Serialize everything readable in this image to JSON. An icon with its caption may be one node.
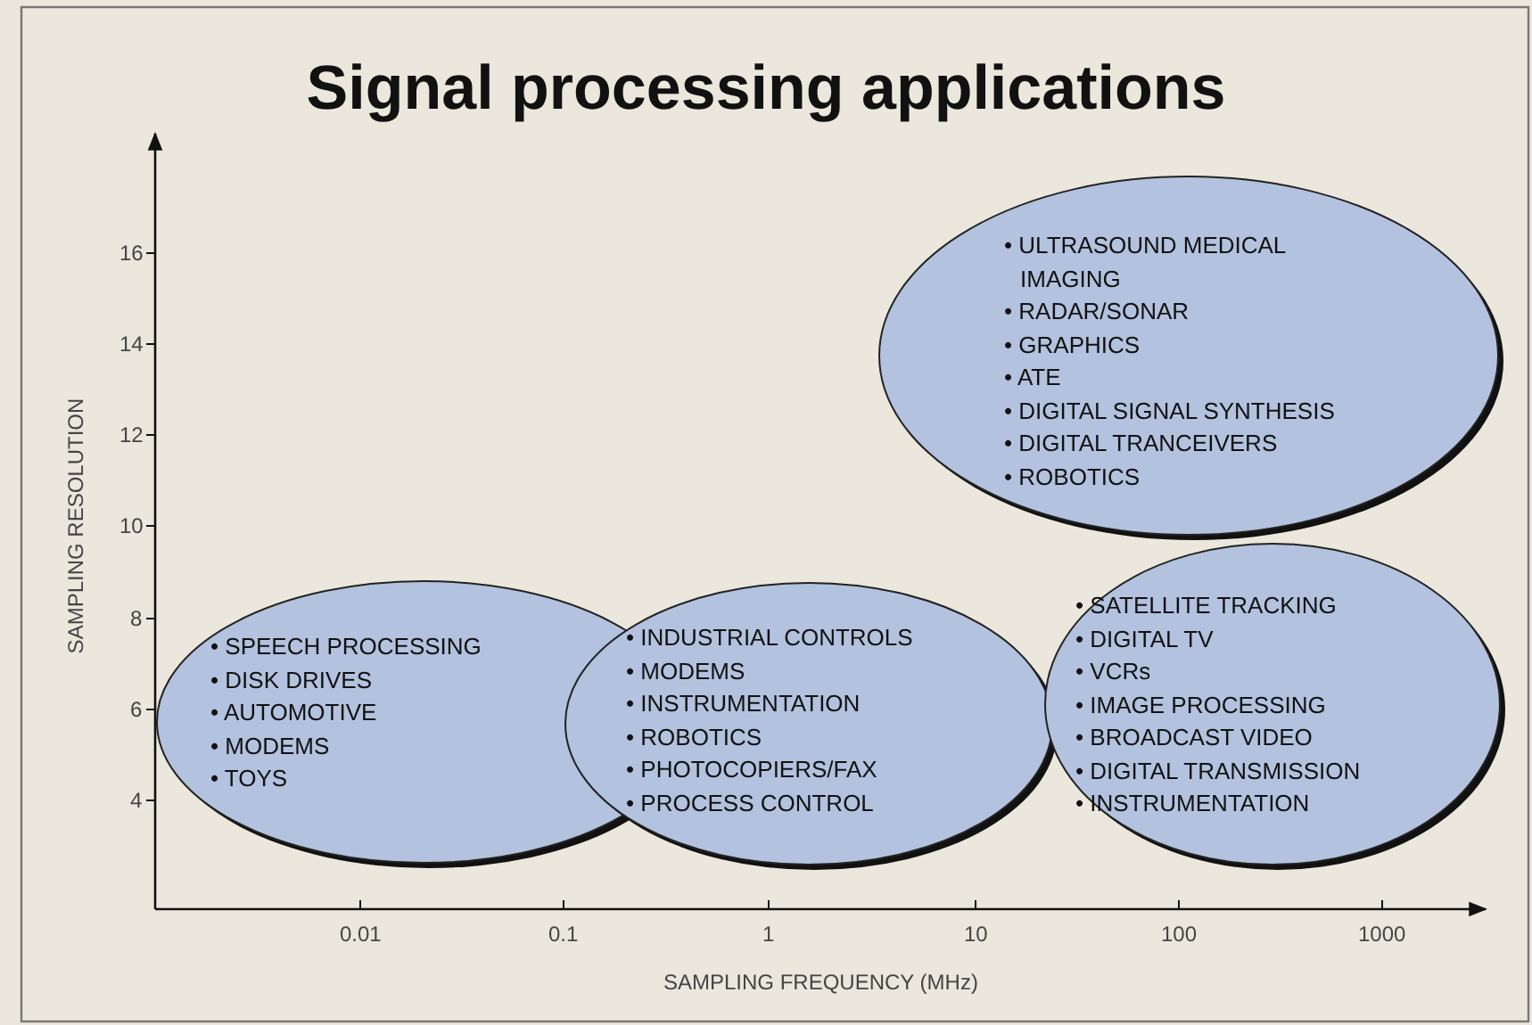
{
  "diagram": {
    "title": "Signal processing applications",
    "nodes": [
      {
        "text": [
          "• ULTRASOUND MEDICAL IMAGING",
          "• RADAR/SONAR",
          "• GRAPHICS",
          "• ATE",
          "• DIGITAL SIGNAL SYNTHESIS",
          "• DIGITAL TRANCEIVERS",
          "• ROBOTICS"
        ]
      },
      {
        "text": [
          "• SPEECH PROCESSING",
          "• DISK DRIVES",
          "• AUTOMOTIVE",
          "• MODEMS",
          "• TOYS"
        ]
      },
      {
        "text": [
          "• INDUSTRIAL CONTROLS",
          "• MODEMS",
          "• INSTRUMENTATION",
          "• ROBOTICS",
          "• PHOTOCOPIERS/FAX",
          "• PROCESS CONTROL"
        ]
      },
      {
        "text": [
          "• SATELLITE TRACKING",
          "• DIGITAL TV",
          "• VCRs",
          "• IMAGE PROCESSING",
          "• BROADCAST VIDEO",
          "• DIGITAL TRANSMISSION",
          "• INSTRUMENTATION"
        ]
      }
    ],
    "labels": [
      "16",
      "14",
      "12",
      "10",
      "8",
      "6",
      "4",
      "SAMPLING RESOLUTION",
      "0.01",
      "0.1",
      "1",
      "10",
      "100",
      "1000",
      "SAMPLING FREQUENCY (MHz)"
    ]
  }
}
